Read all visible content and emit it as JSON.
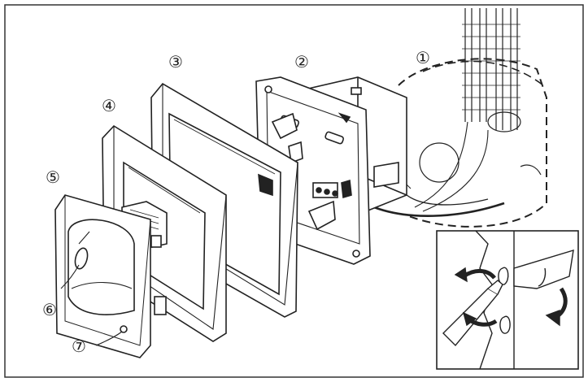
{
  "diagram": {
    "callouts": [
      {
        "id": "1",
        "label": "①"
      },
      {
        "id": "2",
        "label": "②"
      },
      {
        "id": "3",
        "label": "③"
      },
      {
        "id": "4",
        "label": "④"
      },
      {
        "id": "5",
        "label": "⑤"
      },
      {
        "id": "6",
        "label": "⑥"
      },
      {
        "id": "7",
        "label": "⑦"
      }
    ],
    "inset": {
      "label_text": ""
    },
    "colors": {
      "stroke": "#222222",
      "fill": "#ffffff",
      "panel": "#f4f4f4",
      "frame_border": "#333333"
    }
  }
}
